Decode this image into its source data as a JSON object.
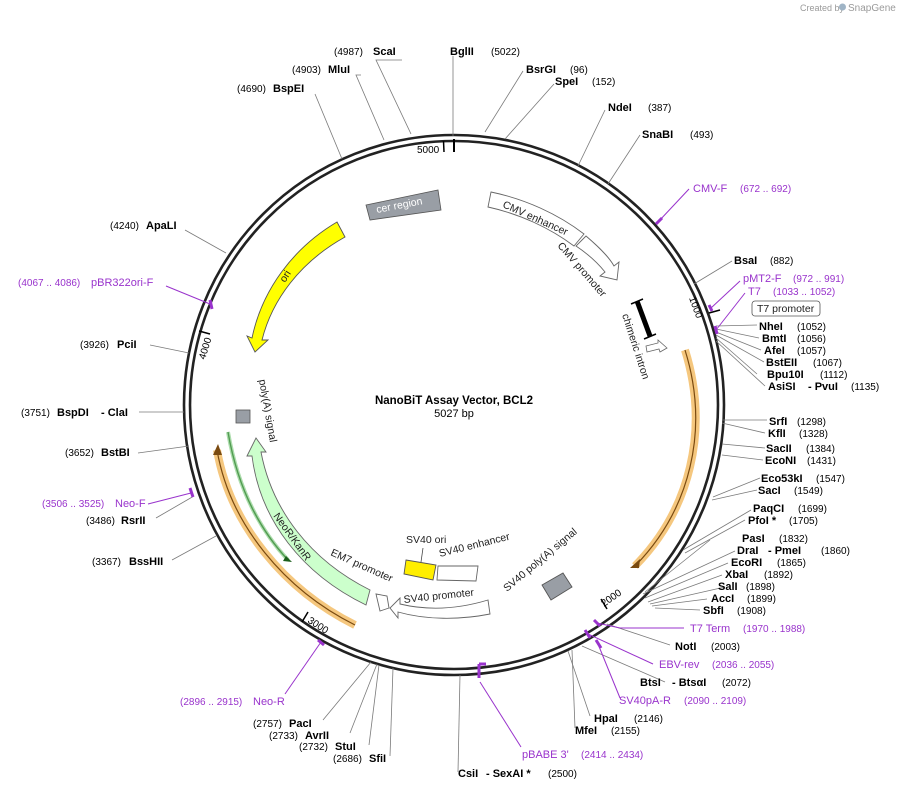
{
  "credit": {
    "prefix": "Created by",
    "brand": "SnapGene"
  },
  "plasmid": {
    "name": "NanoBiT Assay Vector, BCL2",
    "length_label": "5027 bp",
    "length": 5027
  },
  "ticks": [
    {
      "pos": 1000,
      "label": "1000"
    },
    {
      "pos": 2000,
      "label": "2000"
    },
    {
      "pos": 3000,
      "label": "3000"
    },
    {
      "pos": 4000,
      "label": "4000"
    },
    {
      "pos": 5000,
      "label": "5000"
    }
  ],
  "sites": [
    {
      "name": "ScaI",
      "pos": "(4987)",
      "side": "left"
    },
    {
      "name": "MluI",
      "pos": "(4903)",
      "side": "left"
    },
    {
      "name": "BspEI",
      "pos": "(4690)",
      "side": "left"
    },
    {
      "name": "ApaLI",
      "pos": "(4240)",
      "side": "left"
    },
    {
      "name": "PciI",
      "pos": "(3926)",
      "side": "left"
    },
    {
      "name": "BspDI",
      "name2": "- ClaI",
      "pos": "(3751)",
      "side": "left"
    },
    {
      "name": "BstBI",
      "pos": "(3652)",
      "side": "left"
    },
    {
      "name": "RsrII",
      "pos": "(3486)",
      "side": "left"
    },
    {
      "name": "BssHII",
      "pos": "(3367)",
      "side": "left"
    },
    {
      "name": "BglII",
      "pos": "(5022)",
      "side": "right"
    },
    {
      "name": "BsrGI",
      "pos": "(96)",
      "side": "right"
    },
    {
      "name": "SpeI",
      "pos": "(152)",
      "side": "right"
    },
    {
      "name": "NdeI",
      "pos": "(387)",
      "side": "right"
    },
    {
      "name": "SnaBI",
      "pos": "(493)",
      "side": "right"
    },
    {
      "name": "BsaI",
      "pos": "(882)",
      "side": "right"
    },
    {
      "name": "NheI",
      "pos": "(1052)",
      "side": "right"
    },
    {
      "name": "BmtI",
      "pos": "(1056)",
      "side": "right"
    },
    {
      "name": "AfeI",
      "pos": "(1057)",
      "side": "right"
    },
    {
      "name": "BstEII",
      "pos": "(1067)",
      "side": "right"
    },
    {
      "name": "Bpu10I",
      "pos": "(1112)",
      "side": "right"
    },
    {
      "name": "AsiSI",
      "name2": "- PvuI",
      "pos": "(1135)",
      "side": "right"
    },
    {
      "name": "SrfI",
      "pos": "(1298)",
      "side": "right"
    },
    {
      "name": "KflI",
      "pos": "(1328)",
      "side": "right"
    },
    {
      "name": "SacII",
      "pos": "(1384)",
      "side": "right"
    },
    {
      "name": "EcoNI",
      "pos": "(1431)",
      "side": "right"
    },
    {
      "name": "Eco53kI",
      "pos": "(1547)",
      "side": "right"
    },
    {
      "name": "SacI",
      "pos": "(1549)",
      "side": "right"
    },
    {
      "name": "PaqCI",
      "pos": "(1699)",
      "side": "right"
    },
    {
      "name": "PfoI *",
      "pos": "(1705)",
      "side": "right"
    },
    {
      "name": "PasI",
      "pos": "(1832)",
      "side": "right"
    },
    {
      "name": "DraI",
      "name2": "- PmeI",
      "pos": "(1860)",
      "side": "right"
    },
    {
      "name": "EcoRI",
      "pos": "(1865)",
      "side": "right"
    },
    {
      "name": "XbaI",
      "pos": "(1892)",
      "side": "right"
    },
    {
      "name": "SalI",
      "pos": "(1898)",
      "side": "right"
    },
    {
      "name": "AccI",
      "pos": "(1899)",
      "side": "right"
    },
    {
      "name": "SbfI",
      "pos": "(1908)",
      "side": "right"
    },
    {
      "name": "NotI",
      "pos": "(2003)",
      "side": "right"
    },
    {
      "name": "BtsI",
      "name2": "- BtsαI",
      "pos": "(2072)",
      "side": "right"
    },
    {
      "name": "HpaI",
      "pos": "(2146)",
      "side": "right"
    },
    {
      "name": "MfeI",
      "pos": "(2155)",
      "side": "right"
    },
    {
      "name": "CsiI",
      "name2": "- SexAI *",
      "pos": "(2500)",
      "side": "right"
    },
    {
      "name": "SfiI",
      "pos": "(2686)",
      "side": "left"
    },
    {
      "name": "StuI",
      "pos": "(2732)",
      "side": "left"
    },
    {
      "name": "AvrII",
      "pos": "(2733)",
      "side": "left"
    },
    {
      "name": "PacI",
      "pos": "(2757)",
      "side": "left"
    }
  ],
  "primers": [
    {
      "name": "CMV-F",
      "range": "(672 .. 692)"
    },
    {
      "name": "pMT2-F",
      "range": "(972 .. 991)"
    },
    {
      "name": "T7",
      "range": "(1033 .. 1052)"
    },
    {
      "name": "T7 Term",
      "range": "(1970 .. 1988)"
    },
    {
      "name": "EBV-rev",
      "range": "(2036 .. 2055)"
    },
    {
      "name": "SV40pA-R",
      "range": "(2090 .. 2109)"
    },
    {
      "name": "pBABE 3'",
      "range": "(2414 .. 2434)"
    },
    {
      "name": "Neo-R",
      "range": "(2896 .. 2915)"
    },
    {
      "name": "Neo-F",
      "range": "(3506 .. 3525)"
    },
    {
      "name": "pBR322ori-F",
      "range": "(4067 .. 4086)"
    }
  ],
  "features": [
    {
      "name": "cer region"
    },
    {
      "name": "CMV enhancer"
    },
    {
      "name": "CMV promoter"
    },
    {
      "name": "chimeric intron"
    },
    {
      "name": "T7 promoter"
    },
    {
      "name": "ori"
    },
    {
      "name": "poly(A) signal"
    },
    {
      "name": "NeoR/KanR"
    },
    {
      "name": "EM7 promoter"
    },
    {
      "name": "SV40 ori"
    },
    {
      "name": "SV40 enhancer"
    },
    {
      "name": "SV40 promoter"
    },
    {
      "name": "SV40 poly(A) signal"
    }
  ],
  "colors": {
    "backbone": "#222222",
    "primer": "#9933cc",
    "ori": "#ffff00",
    "neo": "#ccffcc",
    "orf_highlight": "#f5c77e",
    "grey_feature": "#999ea5",
    "sv40_ori": "#ffee00"
  }
}
